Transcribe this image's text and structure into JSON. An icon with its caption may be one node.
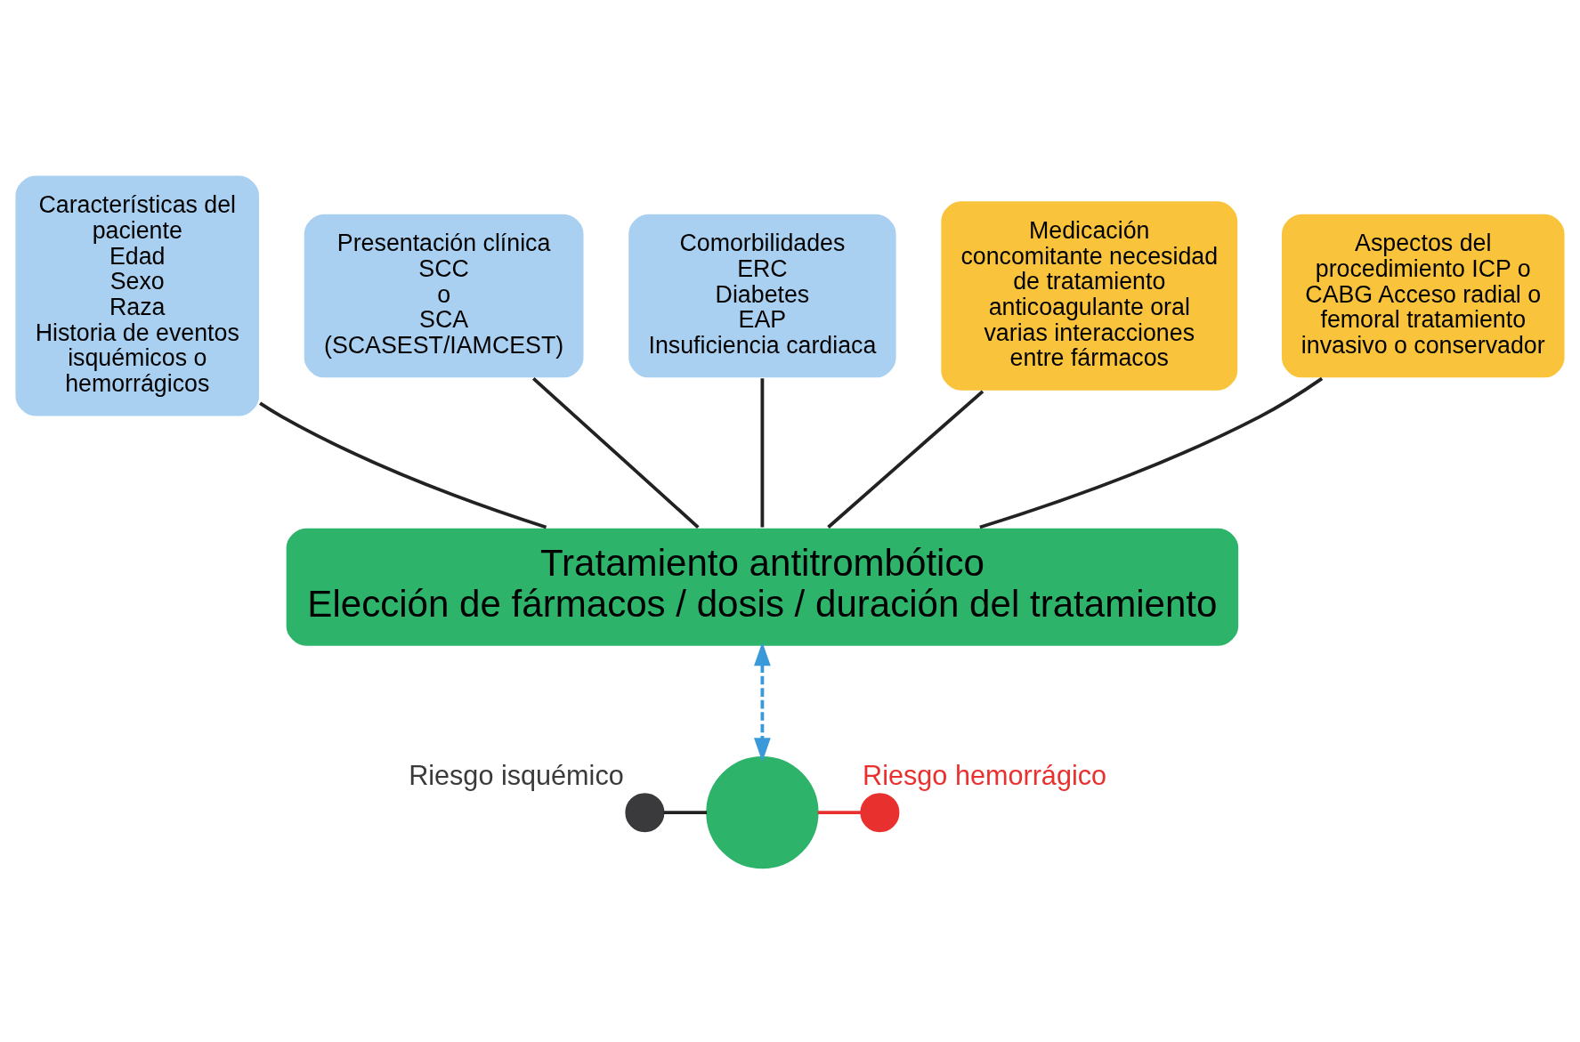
{
  "diagram": {
    "nodes": [
      {
        "text": [
          "Características del paciente",
          "Edad",
          "Sexo",
          "Raza",
          "Historia de eventos isquémicos o hemorrágicos"
        ]
      },
      {
        "text": [
          "Presentación clínica",
          "SCC",
          "o",
          "SCA",
          "(SCASEST/IAMCEST)"
        ]
      },
      {
        "text": [
          "Comorbilidades",
          "ERC",
          "Diabetes",
          "EAP",
          "Insuficiencia cardiaca"
        ]
      },
      {
        "text": [
          "Medicación concomitante necesidad de tratamiento anticoagulante oral varias interacciones entre fármacos"
        ]
      },
      {
        "text": [
          "Aspectos del procedimiento ICP o CABG Acceso radial o femoral tratamiento invasivo o conservador"
        ]
      },
      {
        "text": [
          "Tratamiento antitrombótico",
          "Elección de fármacos / dosis / duración del tratamiento"
        ]
      },
      {
        "text": [],
        "shape": "circle",
        "beside": [
          "Riesgo isquémico"
        ]
      },
      {
        "text": [],
        "shape": "circle"
      },
      {
        "text": [],
        "shape": "circle",
        "beside": [
          "Riesgo hemorrágico"
        ]
      }
    ],
    "edges": [
      {
        "from": 0,
        "to": 5,
        "arrow": "none"
      },
      {
        "from": 1,
        "to": 5,
        "arrow": "none"
      },
      {
        "from": 2,
        "to": 5,
        "arrow": "none"
      },
      {
        "from": 3,
        "to": 5,
        "arrow": "none"
      },
      {
        "from": 4,
        "to": 5,
        "arrow": "none"
      },
      {
        "from": 5,
        "to": 7,
        "arrow": "both",
        "style": "dashed",
        "color": "#3a9ad9"
      },
      {
        "from": 6,
        "to": 7,
        "arrow": "none"
      },
      {
        "from": 7,
        "to": 8,
        "arrow": "none",
        "color": "#e8312f"
      }
    ]
  }
}
